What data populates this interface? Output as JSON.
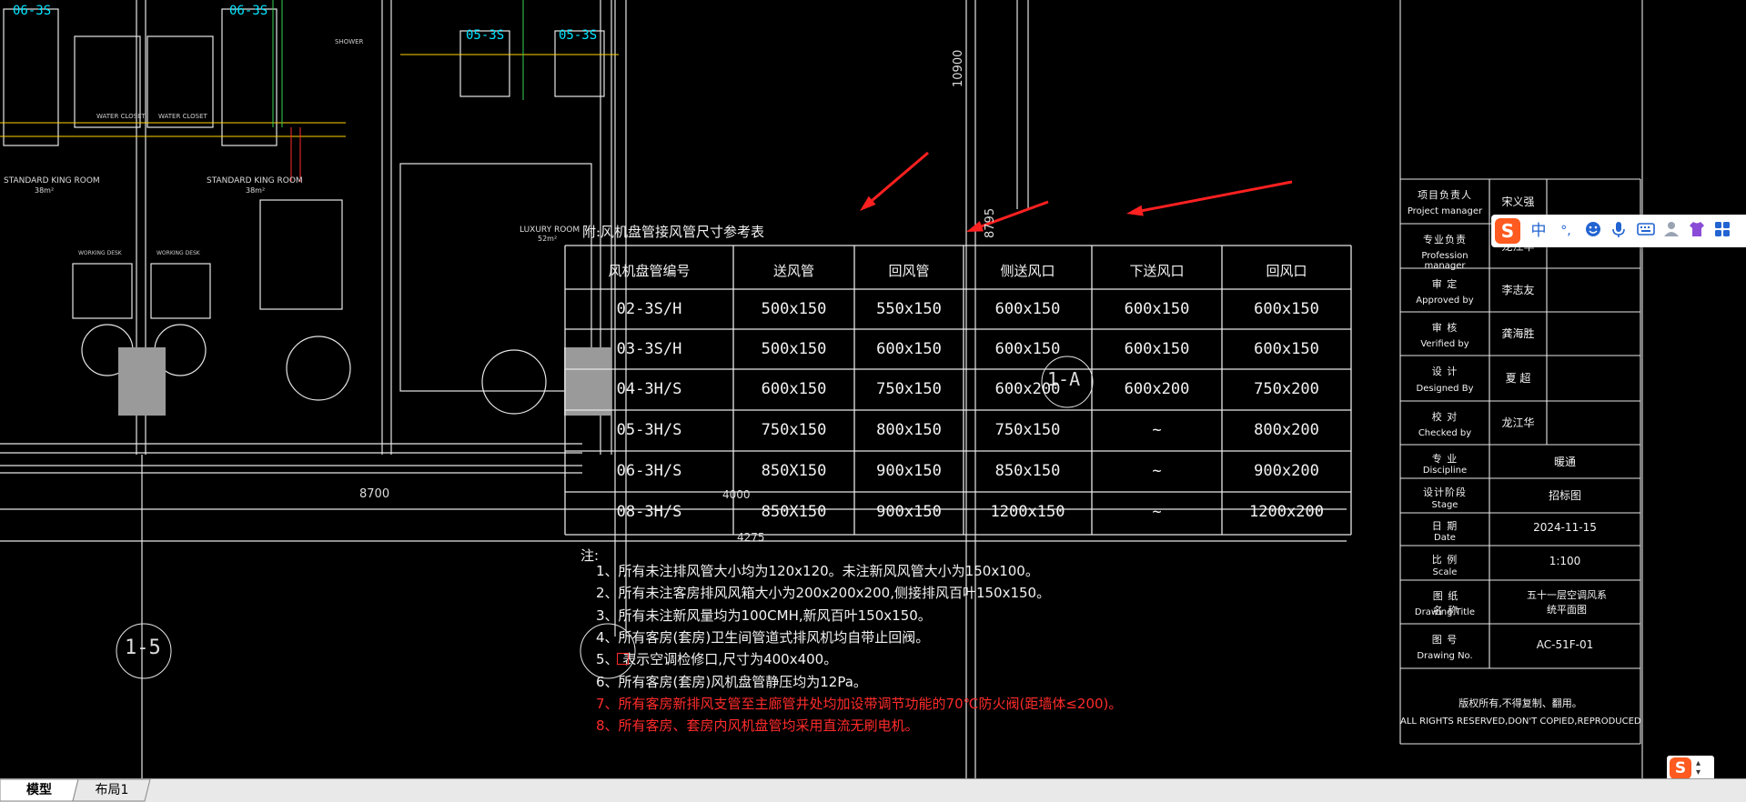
{
  "colors": {
    "background": "#000000",
    "line": "#e6e6e6",
    "cyan": "#00e5ff",
    "red": "#ff2b2b",
    "yellow": "#ffd400",
    "green": "#39d353",
    "tab_bar": "#e9e9e9",
    "ime_logo": "#ff5a1f"
  },
  "drawing": {
    "room_tags": [
      "06-3S",
      "06-3S",
      "05-3S",
      "05-3S"
    ],
    "room_names": [
      "STANDARD KING ROOM",
      "STANDARD KING ROOM",
      "LUXURY ROOM"
    ],
    "room_areas": [
      "38m²",
      "38m²",
      "52m²"
    ],
    "fixtures": [
      "SHOWER",
      "WATER CLOSET",
      "WATER CLOSET",
      "WORKING DESK",
      "WORKING DESK"
    ],
    "dimensions": [
      "8700",
      "10900",
      "8795",
      "4000",
      "4275"
    ],
    "grid_bubbles": [
      "1-5",
      "1-A"
    ]
  },
  "schedule": {
    "title": "附:风机盘管接风管尺寸参考表",
    "headers": [
      "风机盘管编号",
      "送风管",
      "回风管",
      "侧送风口",
      "下送风口",
      "回风口"
    ],
    "rows": [
      [
        "02-3S/H",
        "500x150",
        "550x150",
        "600x150",
        "600x150",
        "600x150"
      ],
      [
        "03-3S/H",
        "500x150",
        "600x150",
        "600x150",
        "600x150",
        "600x150"
      ],
      [
        "04-3H/S",
        "600x150",
        "750x150",
        "600x200",
        "600x200",
        "750x200"
      ],
      [
        "05-3H/S",
        "750x150",
        "800x150",
        "750x150",
        "~",
        "800x200"
      ],
      [
        "06-3H/S",
        "850X150",
        "900x150",
        "850x150",
        "~",
        "900x200"
      ],
      [
        "08-3H/S",
        "850X150",
        "900x150",
        "1200x150",
        "~",
        "1200x200"
      ]
    ]
  },
  "notes": {
    "label": "注:",
    "items": [
      {
        "text": "1、所有未注排风管大小均为120x120。未注新风风管大小为150x100。",
        "color": "white"
      },
      {
        "text": "2、所有未注客房排风风箱大小为200x200x200,侧接排风百叶150x150。",
        "color": "white"
      },
      {
        "text": "3、所有未注新风量均为100CMH,新风百叶150x150。",
        "color": "white"
      },
      {
        "text": "4、所有客房(套房)卫生间管道式排风机均自带止回阀。",
        "color": "white"
      },
      {
        "text": "5、  表示空调检修口,尺寸为400x400。",
        "color": "white"
      },
      {
        "text": "6、所有客房(套房)风机盘管静压均为12Pa。",
        "color": "white"
      },
      {
        "text": "7、所有客房新排风支管至主廊管井处均加设带调节功能的70℃防火阀(距墙体≤200)。",
        "color": "red"
      },
      {
        "text": "8、所有客房、套房内风机盘管均采用直流无刷电机。",
        "color": "red"
      }
    ]
  },
  "title_block": {
    "rows": [
      {
        "cn": "项目负责人",
        "en": "Project manager",
        "value": "宋义强"
      },
      {
        "cn": "专业负责",
        "en": "Profession manager",
        "value": "龙江华"
      },
      {
        "cn": "审  定",
        "en": "Approved by",
        "value": "李志友"
      },
      {
        "cn": "审  核",
        "en": "Verified by",
        "value": "龚海胜"
      },
      {
        "cn": "设  计",
        "en": "Designed By",
        "value": "夏  超"
      },
      {
        "cn": "校  对",
        "en": "Checked by",
        "value": "龙江华"
      },
      {
        "cn": "专  业",
        "en": "Discipline",
        "value": "暖通"
      },
      {
        "cn": "设计阶段",
        "en": "Stage",
        "value": "招标图"
      },
      {
        "cn": "日  期",
        "en": "Date",
        "value": "2024-11-15"
      },
      {
        "cn": "比  例",
        "en": "Scale",
        "value": "1:100"
      },
      {
        "cn": "图  纸 名  称",
        "en": "Drawing Title",
        "value": "五十一层空调风系统平面图"
      },
      {
        "cn": "图  号",
        "en": "Drawing No.",
        "value": "AC-51F-01"
      }
    ],
    "copyright_cn": "版权所有,不得复制、翻用。",
    "copyright_en": "ALL RIGHTS RESERVED,DON'T COPIED,REPRODUCED"
  },
  "ime": {
    "logo": "S",
    "mode": "中",
    "punct": "°,",
    "icons": [
      "emoji-icon",
      "mic-icon",
      "keyboard-icon",
      "user-icon",
      "shirt-icon",
      "grid-icon"
    ]
  },
  "tabs": {
    "model": "模型",
    "layout1": "布局1"
  }
}
